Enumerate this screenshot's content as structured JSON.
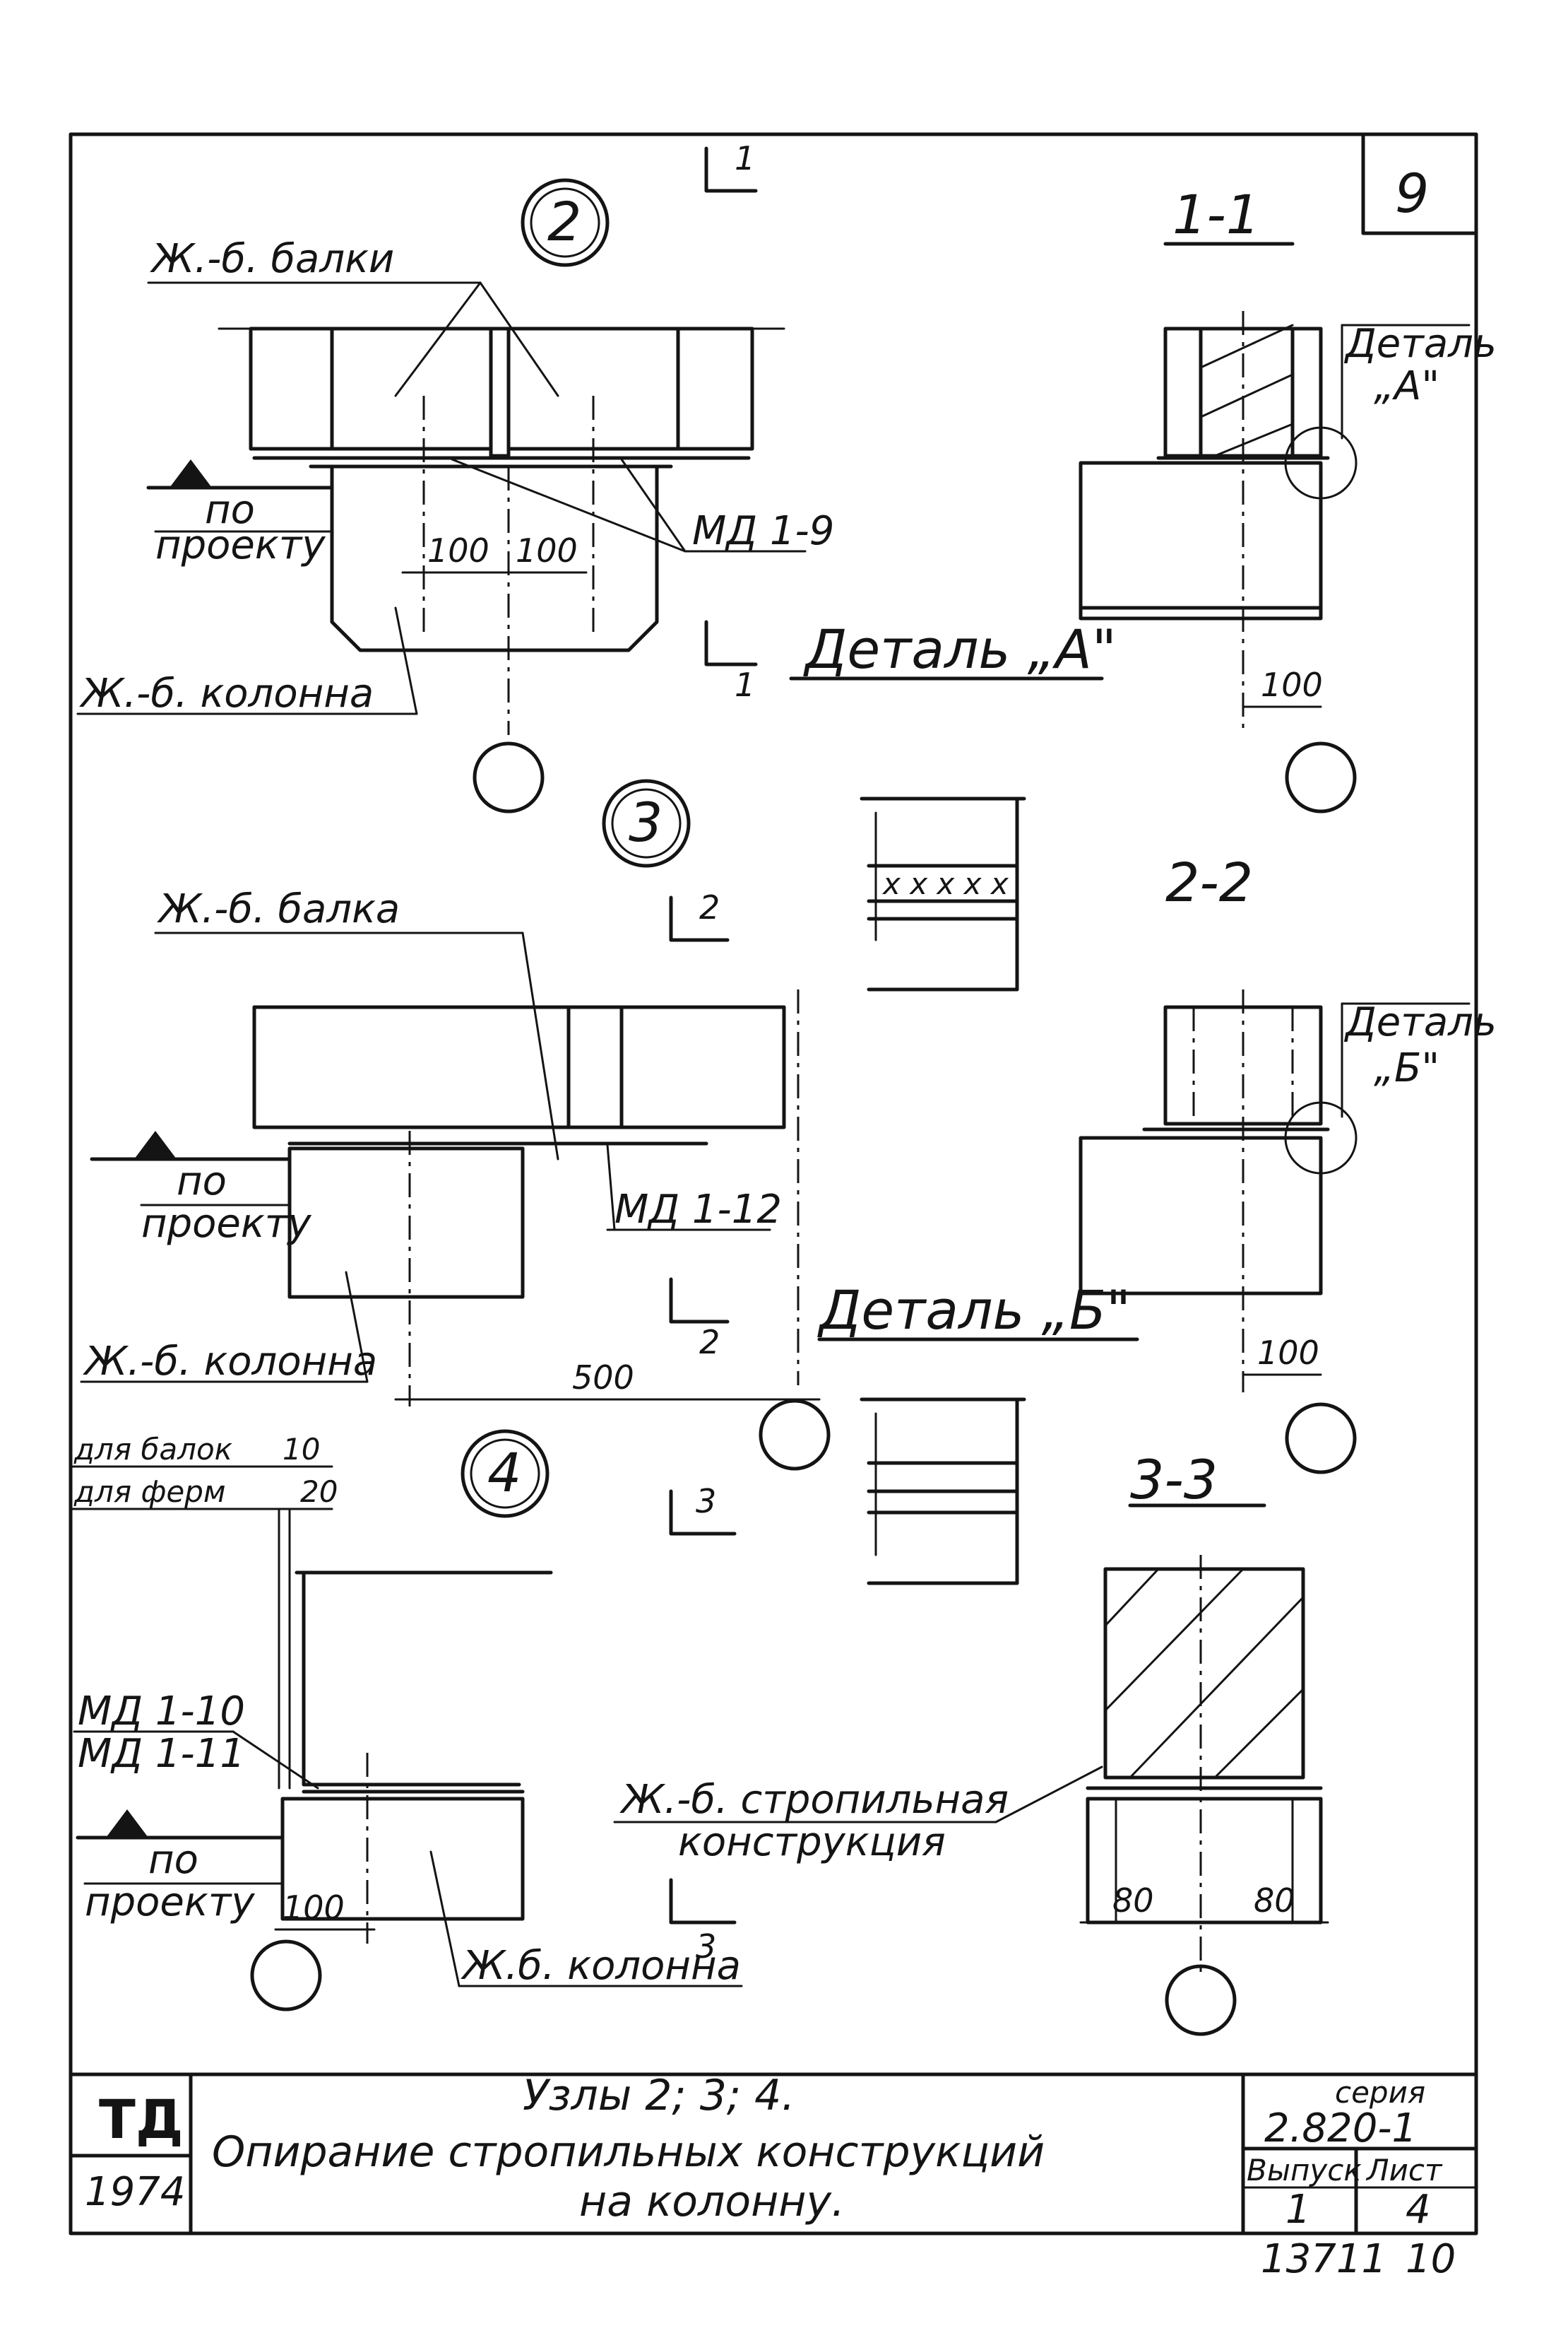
{
  "sheet_number": "9",
  "node2": {
    "marker": "2",
    "label_beams": "Ж.-б. балки",
    "label_level_1": "по",
    "label_level_2": "проекту",
    "dim_left": "100",
    "dim_right": "100",
    "label_part": "МД 1-9",
    "label_column": "Ж.-б. колонна",
    "cut_mark": "1",
    "detail_ref": "Деталь „А\""
  },
  "section_1_1": {
    "title": "1-1",
    "detail_label_1": "Деталь",
    "detail_label_2": "„А\"",
    "dim": "100"
  },
  "node3": {
    "marker": "3",
    "label_beam": "Ж.-б. балка",
    "label_level_1": "по",
    "label_level_2": "проекту",
    "label_part": "МД 1-12",
    "label_column": "Ж.-б. колонна",
    "dim": "500",
    "cut_mark": "2"
  },
  "section_2_2": {
    "title": "2-2",
    "detail_label_1": "Деталь",
    "detail_label_2": "„Б\"",
    "dim": "100",
    "detail_ref": "Деталь „Б\""
  },
  "node4": {
    "marker": "4",
    "note_beams": "для балок",
    "note_beams_val": "10",
    "note_trusses": "для ферм",
    "note_trusses_val": "20",
    "label_part_1": "МД 1-10",
    "label_part_2": "МД 1-11",
    "label_level_1": "по",
    "label_level_2": "проекту",
    "dim": "100",
    "label_column": "Ж.б. колонна",
    "cut_mark": "3",
    "label_rafter_1": "Ж.-б. стропильная",
    "label_rafter_2": "конструкция"
  },
  "section_3_3": {
    "title": "3-3",
    "dim_left": "80",
    "dim_right": "80"
  },
  "title_block": {
    "logo": "ТД",
    "year": "1974",
    "title_line_1": "Узлы 2; 3; 4.",
    "title_line_2": "Опирание стропильных конструкций",
    "title_line_3": "на колонну.",
    "series_label": "серия",
    "series_value": "2.820-1",
    "issue_label": "Выпуск",
    "sheet_label": "Лист",
    "issue_value": "1",
    "sheet_value": "4",
    "archive_number": "13711",
    "archive_sheet": "10"
  }
}
